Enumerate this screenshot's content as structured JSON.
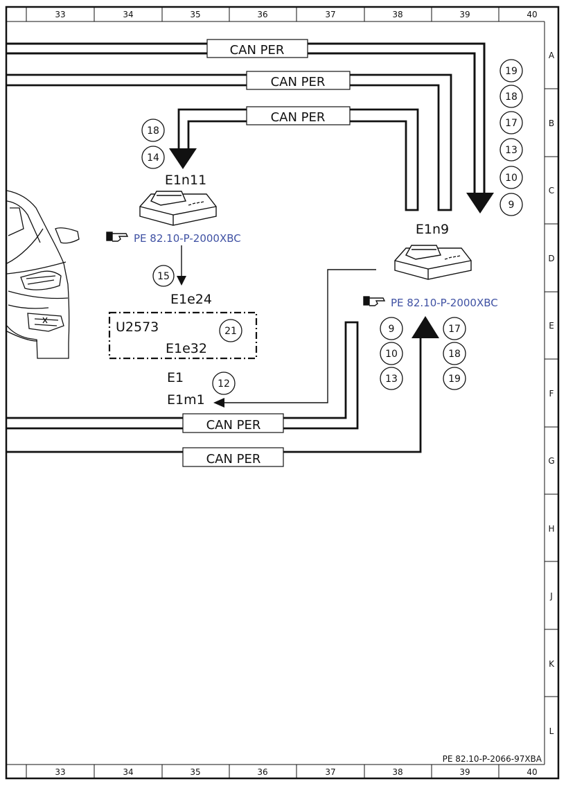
{
  "grid": {
    "columns": [
      "33",
      "34",
      "35",
      "36",
      "37",
      "38",
      "39",
      "40"
    ],
    "rows": [
      "A",
      "B",
      "C",
      "D",
      "E",
      "F",
      "G",
      "H",
      "J",
      "K",
      "L"
    ]
  },
  "bus_labels": [
    "CAN PER",
    "CAN PER",
    "CAN PER",
    "CAN PER",
    "CAN PER"
  ],
  "components": {
    "e1n11": "E1n11",
    "e1n9": "E1n9",
    "e1e24": "E1e24",
    "u2573": "U2573",
    "e1e32": "E1e32",
    "e1": "E1",
    "e1m1": "E1m1"
  },
  "references": {
    "e1n11_ref": "PE 82.10-P-2000XBC",
    "e1n9_ref": "PE 82.10-P-2000XBC"
  },
  "badges": {
    "right_column": [
      "19",
      "18",
      "17",
      "13",
      "10",
      "9"
    ],
    "e1n11_group": [
      "18",
      "14"
    ],
    "e1e24": "15",
    "u2573": "21",
    "e1m1": "12",
    "e1n9_left": [
      "9",
      "10",
      "13"
    ],
    "e1n9_right": [
      "17",
      "18",
      "19"
    ]
  },
  "footer_reference": "PE 82.10-P-2066-97XBA",
  "colors": {
    "ink": "#111111",
    "link": "#3f51a3",
    "background": "#ffffff"
  },
  "icons": [
    "pointing-hand-icon",
    "control-unit-icon",
    "vehicle-front-icon"
  ]
}
